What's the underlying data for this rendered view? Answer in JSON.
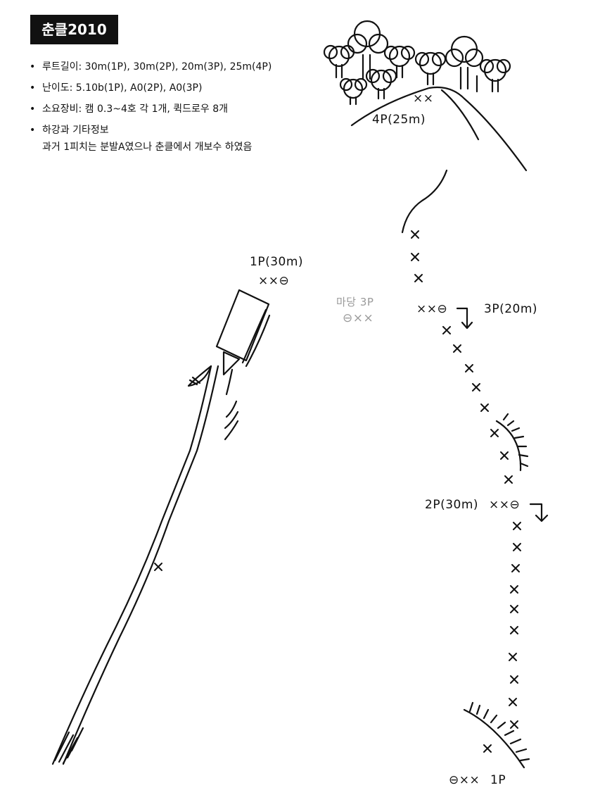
{
  "title": "춘클2010",
  "info": {
    "length": "루트길이: 30m(1P), 30m(2P), 20m(3P), 25m(4P)",
    "difficulty": "난이도: 5.10b(1P), A0(2P), A0(3P)",
    "gear": "소요장비: 캠 0.3~4호 각 1개, 퀵드로우 8개",
    "descent": "하강과 기타정보",
    "note": "과거 1피치는 분발A였으나 춘클에서 개보수 하였음"
  },
  "labels": {
    "p4": "4P(25m)",
    "p4_bolts": "××",
    "p1_name": "1P(30m)",
    "p1_anchor": "××⊖",
    "madang_name": "마당 3P",
    "madang_anchor": "⊖××",
    "p3_anchor": "××⊖",
    "p3_name": "3P(20m)",
    "p2_name": "2P(30m)",
    "p2_anchor": "××⊖",
    "start_anchor": "⊖××",
    "start_name": "1P"
  },
  "colors": {
    "ink": "#111111",
    "badge_bg": "#111111",
    "badge_text": "#ffffff",
    "faded": "#9a9a9a"
  }
}
